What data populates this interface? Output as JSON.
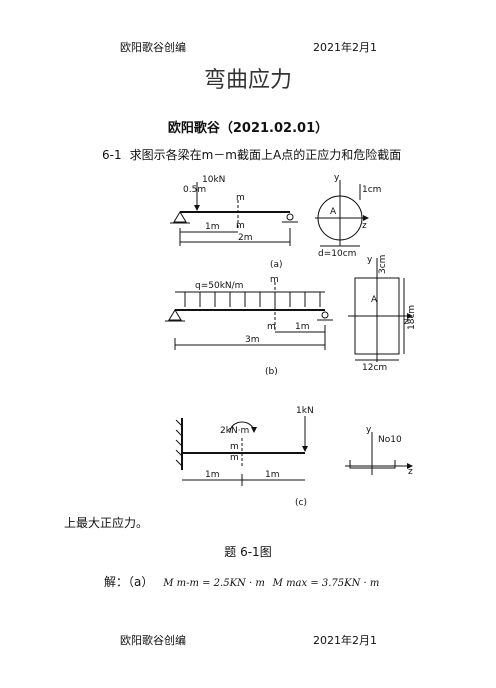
{
  "header": {
    "left": "欧阳歌谷创编",
    "right": "2021年2月1"
  },
  "footer": {
    "left": "欧阳歌谷创编",
    "right": "2021年2月1"
  },
  "title": "弯曲应力",
  "author": "欧阳歌谷（2021.02.01）",
  "problem": {
    "number": "6-1",
    "text": "求图示各梁在m－m截面上A点的正应力和危险截面",
    "continuation": "上最大正应力。"
  },
  "figure": {
    "a": {
      "load": "10kN",
      "dist_left": "0.5m",
      "span1": "1m",
      "span2": "2m",
      "section_m": "m",
      "label": "(a)",
      "circle_dim": "1cm",
      "circle_d": "d=10cm",
      "axis_y": "y",
      "axis_z": "z",
      "point": "A"
    },
    "b": {
      "q": "q=50kN/m",
      "span1": "1m",
      "span_total": "3m",
      "section_m": "m",
      "label": "(b)",
      "rect_top": "3cm",
      "rect_h": "18cm",
      "rect_w": "12cm",
      "axis_y": "y",
      "axis_z": "z",
      "point": "A"
    },
    "c": {
      "load": "1kN",
      "moment": "2kN·m",
      "span1": "1m",
      "span2": "1m",
      "section_m": "m",
      "label": "(c)",
      "channel": "No10",
      "axis_y": "y",
      "axis_z": "z"
    }
  },
  "caption": "题 6-1图",
  "solution": {
    "lead": "解：（a）",
    "m1": "M m-m = 2.5KN · m",
    "m2": "M max = 3.75KN · m"
  }
}
